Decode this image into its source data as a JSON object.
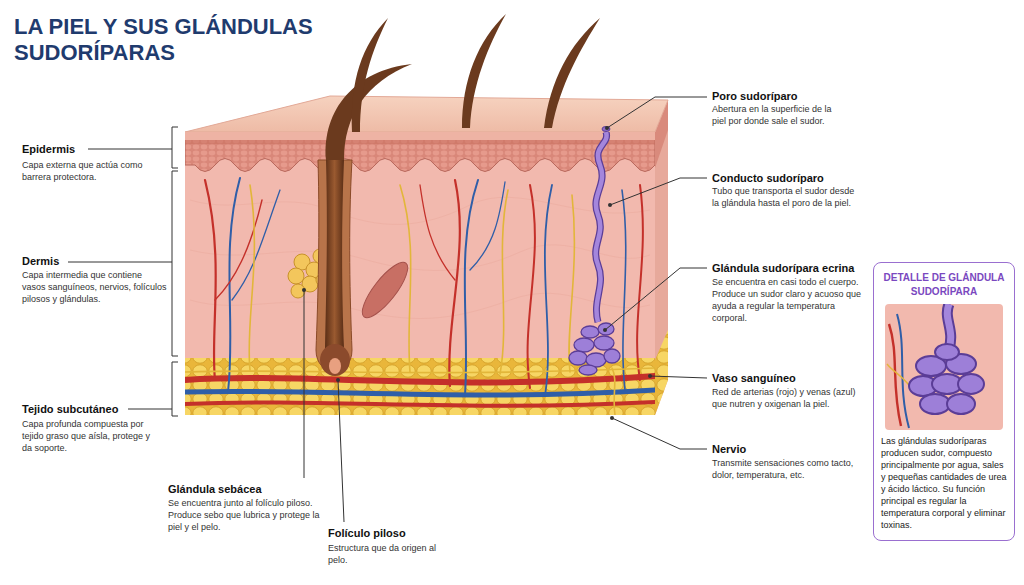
{
  "diagram": {
    "title": "LA PIEL Y SUS GLÁNDULAS SUDORÍPARAS",
    "nodes": [
      {
        "text": [
          "DETALLE DE GLÁNDULA SUDORÍPARA",
          "Las glándulas sudoríparas producen sudor, compuesto principalmente por agua, sales y pequeñas cantidades de urea y ácido láctico. Su función principal es regular la temperatura corporal y eliminar toxinas."
        ]
      }
    ],
    "edges": [],
    "labels": [
      "Epidermis",
      "Capa externa que actúa como barrera protectora.",
      "Dermis",
      "Capa intermedia que contiene vasos sanguíneos, nervios, folículos pilosos y glándulas.",
      "Tejido subcutáneo",
      "Capa profunda compuesta por tejido graso que aísla, protege y da soporte.",
      "Glándula sebácea",
      "Se encuentra junto al folículo piloso. Produce sebo que lubrica y protege la piel y el pelo.",
      "Folículo piloso",
      "Estructura que da origen al pelo.",
      "Poro sudoríparo",
      "Abertura en la superficie de la piel por donde sale el sudor.",
      "Conducto sudoríparo",
      "Tubo que transporta el sudor desde la glándula hasta el poro de la piel.",
      "Glándula sudorípara ecrina",
      "Se encuentra en casi todo el cuerpo. Produce un sudor claro y acuoso que ayuda a regular la temperatura corporal.",
      "Vaso sanguíneo",
      "Red de arterias (rojo) y venas (azul) que nutren y oxigenan la piel.",
      "Nervio",
      "Transmite sensaciones como tacto, dolor, temperatura, etc."
    ]
  }
}
